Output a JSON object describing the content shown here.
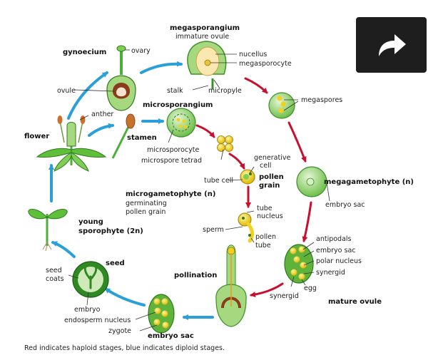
{
  "share_button": {
    "icon": "share-arrow-icon"
  },
  "labels": {
    "megasporangium": "megasporangium",
    "immature_ovule": "immature ovule",
    "nucellus": "nucellus",
    "megasporocyte": "megasporocyte",
    "stalk": "stalk",
    "micropyle": "micropyle",
    "megaspores": "megaspores",
    "gynoecium": "gynoecium",
    "ovary": "ovary",
    "ovule": "ovule",
    "anther": "anther",
    "flower": "flower",
    "microsporangium": "microsporangium",
    "stamen": "stamen",
    "microsporocyte": "microsporocyte",
    "microspore_tetrad": "microspore tetrad",
    "generative_cell_1": "generative",
    "generative_cell_2": "cell",
    "tube_cell": "tube cell",
    "pollen_grain_1": "pollen",
    "pollen_grain_2": "grain",
    "megagametophyte": "megagametophyte (n)",
    "embryo_sac_top": "embryo sac",
    "microgametophyte": "microgametophyte (n)",
    "germinating_1": "germinating",
    "germinating_2": "pollen grain",
    "tube_nucleus_1": "tube",
    "tube_nucleus_2": "nucleus",
    "sperm": "sperm",
    "pollen_tube_1": "pollen",
    "pollen_tube_2": "tube",
    "young_sporophyte_1": "young",
    "young_sporophyte_2": "sporophyte (2n)",
    "antipodals": "antipodals",
    "embryo_sac_mid": "embryo sac",
    "polar_nucleus": "polar nucleus",
    "synergid_right": "synergid",
    "egg": "egg",
    "synergid_left": "synergid",
    "mature_ovule": "mature ovule",
    "pollination": "pollination",
    "seed": "seed",
    "seed_coats_1": "seed",
    "seed_coats_2": "coats",
    "embryo": "embryo",
    "endosperm_nucleus": "endosperm nucleus",
    "zygote": "zygote",
    "embryo_sac_bottom": "embryo sac"
  },
  "caption": "Red indicates haploid stages, blue indicates diploid stages.",
  "colors": {
    "haploid_arrow": "#c8102e",
    "diploid_arrow": "#2b9fd8",
    "plant_green": "#4caf3a",
    "light_green": "#b8e0a0",
    "cell_yellow": "#f2d21c",
    "ovary_brown": "#8b3a1a",
    "button_bg": "#1e1e1e"
  }
}
